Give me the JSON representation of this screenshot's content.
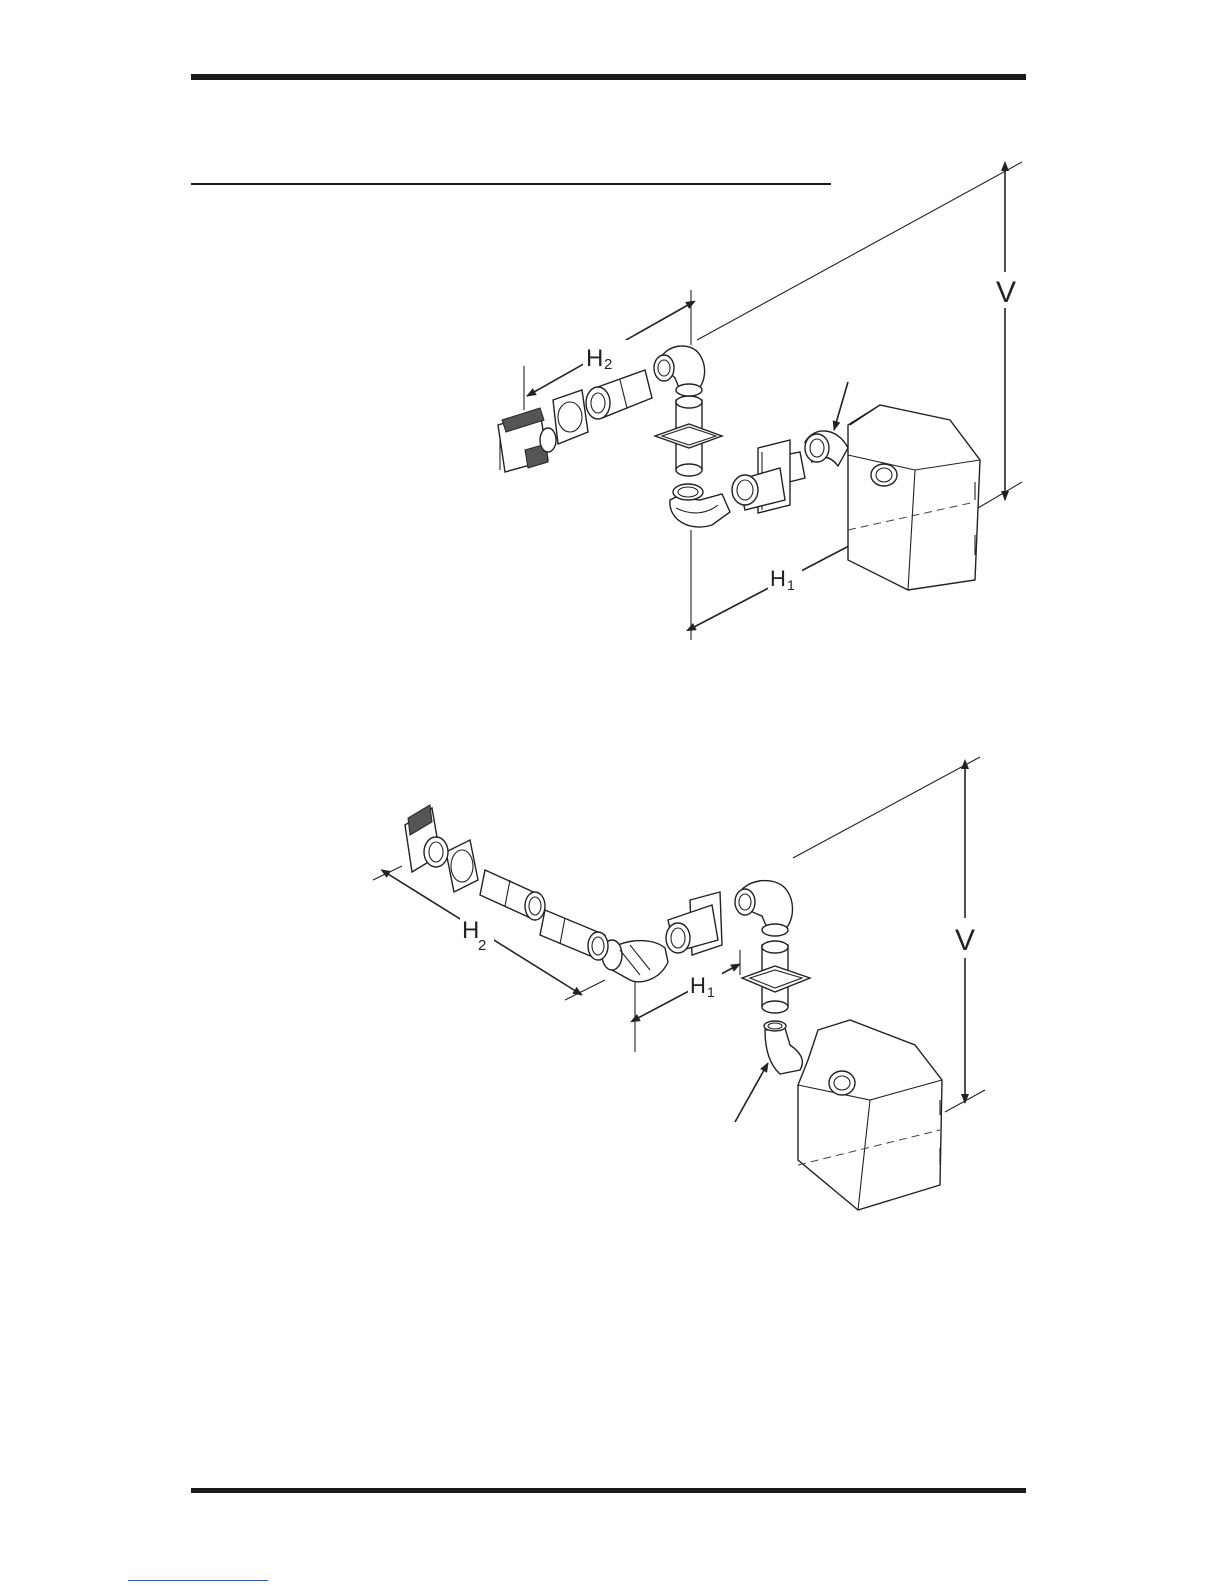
{
  "figure1": {
    "labels": {
      "v": "V",
      "h1": "H",
      "h1_sub": "1",
      "h2": "H",
      "h2_sub": "2"
    }
  },
  "figure2": {
    "labels": {
      "v": "V",
      "h1": "H",
      "h1_sub": "1",
      "h2": "H",
      "h2_sub": "2"
    }
  },
  "colors": {
    "ink": "#222222",
    "link_line": "#3b57c4"
  }
}
